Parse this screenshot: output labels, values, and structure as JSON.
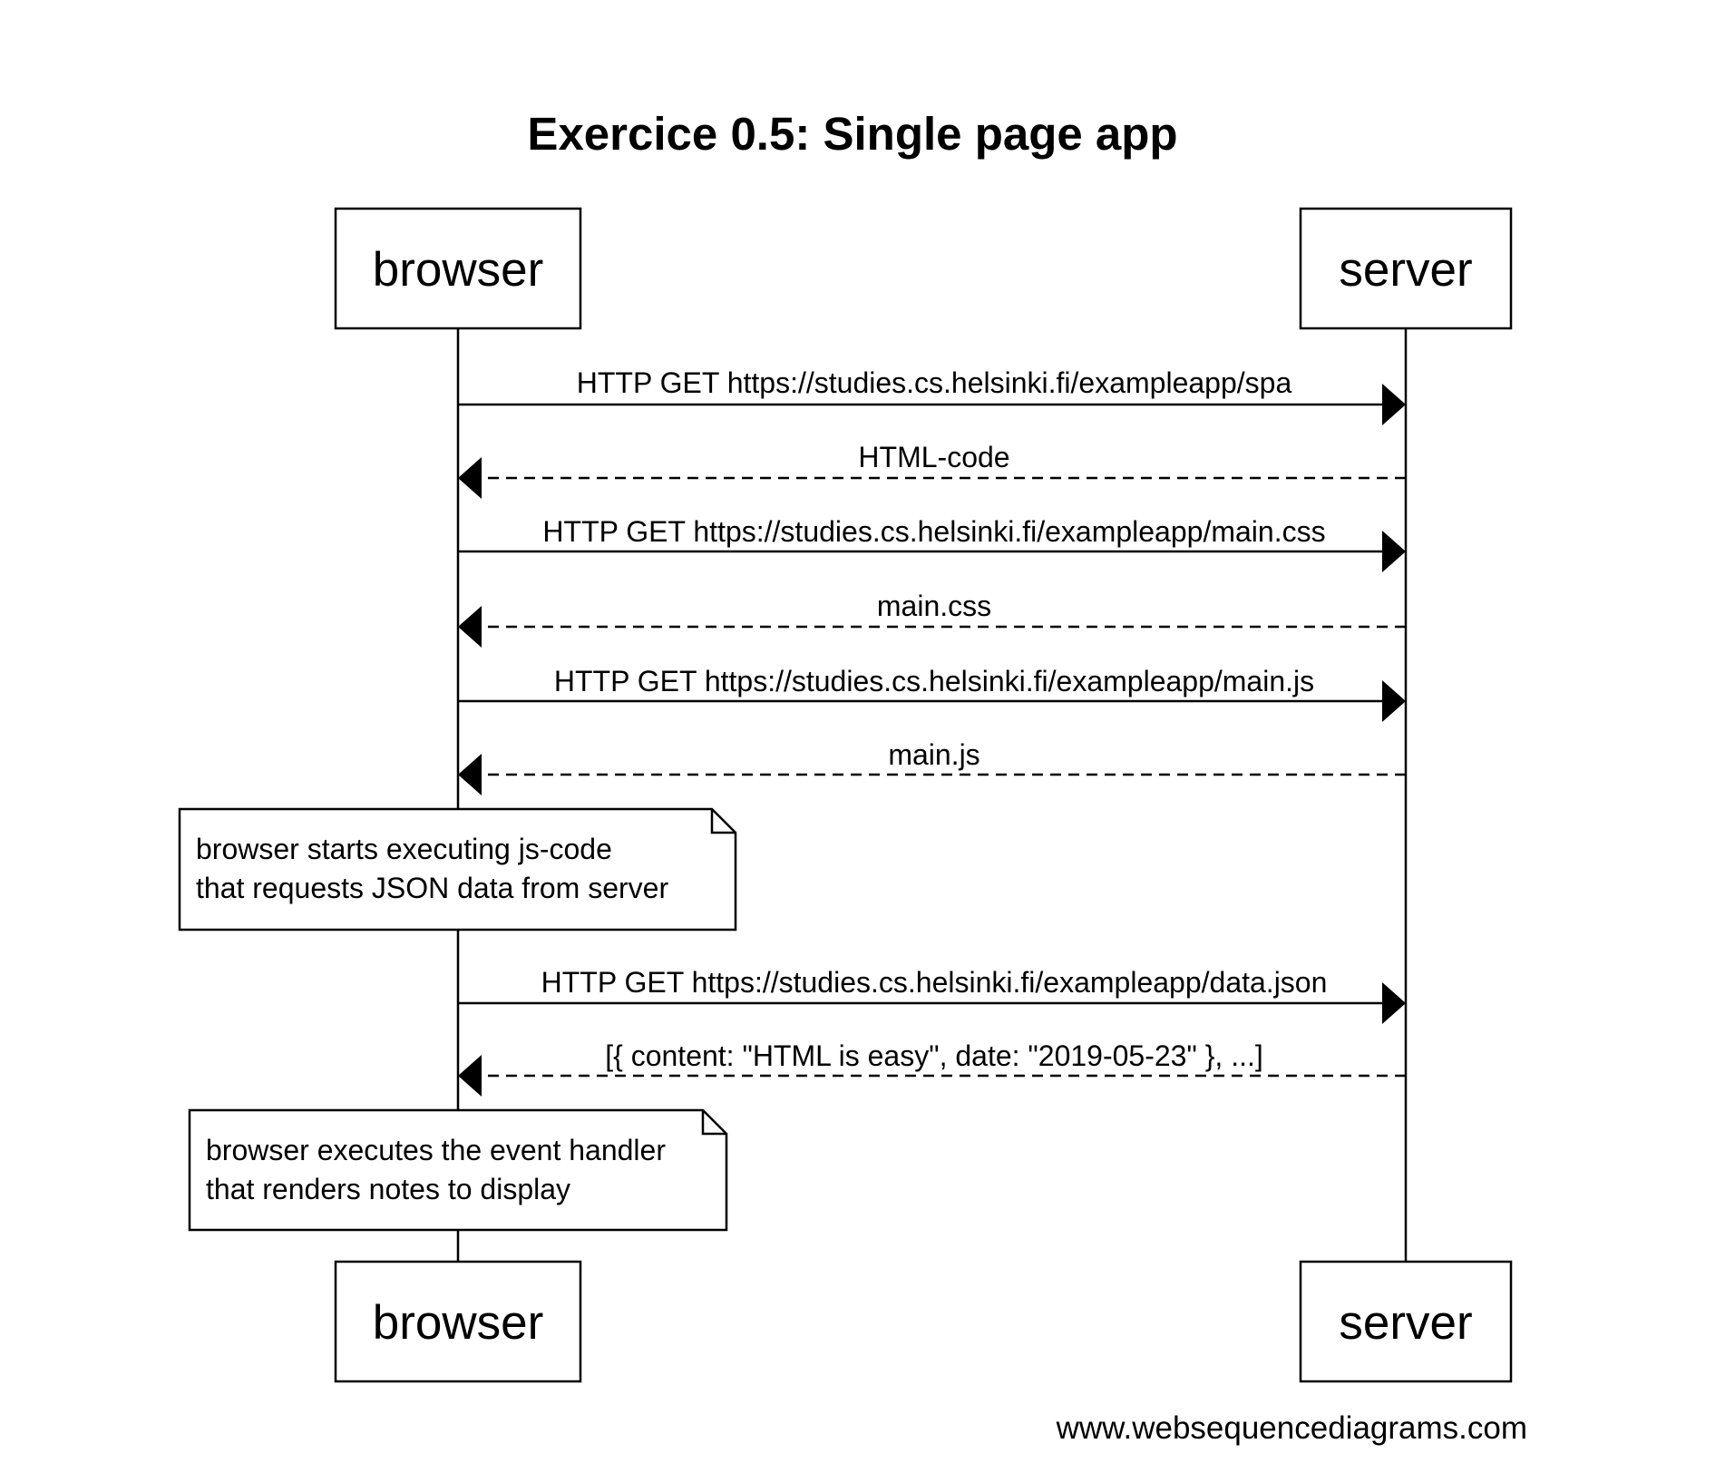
{
  "title": "Exercice 0.5: Single page app",
  "participants": [
    {
      "id": "browser",
      "label": "browser"
    },
    {
      "id": "server",
      "label": "server"
    }
  ],
  "messages": [
    {
      "from": "browser",
      "to": "server",
      "style": "solid",
      "label": "HTTP GET https://studies.cs.helsinki.fi/exampleapp/spa"
    },
    {
      "from": "server",
      "to": "browser",
      "style": "dashed",
      "label": "HTML-code"
    },
    {
      "from": "browser",
      "to": "server",
      "style": "solid",
      "label": "HTTP GET https://studies.cs.helsinki.fi/exampleapp/main.css"
    },
    {
      "from": "server",
      "to": "browser",
      "style": "dashed",
      "label": "main.css"
    },
    {
      "from": "browser",
      "to": "server",
      "style": "solid",
      "label": "HTTP GET https://studies.cs.helsinki.fi/exampleapp/main.js"
    },
    {
      "from": "server",
      "to": "browser",
      "style": "dashed",
      "label": "main.js"
    },
    {
      "from": "browser",
      "to": "server",
      "style": "solid",
      "label": "HTTP GET https://studies.cs.helsinki.fi/exampleapp/data.json"
    },
    {
      "from": "server",
      "to": "browser",
      "style": "dashed",
      "label": "[{ content: \"HTML is easy\", date: \"2019-05-23\" }, ...]"
    }
  ],
  "notes": [
    {
      "over": "browser",
      "lines": [
        "browser starts executing js-code",
        "that requests JSON data from server"
      ]
    },
    {
      "over": "browser",
      "lines": [
        "browser executes the event handler",
        "that renders notes to display"
      ]
    }
  ],
  "watermark": "www.websequencediagrams.com"
}
